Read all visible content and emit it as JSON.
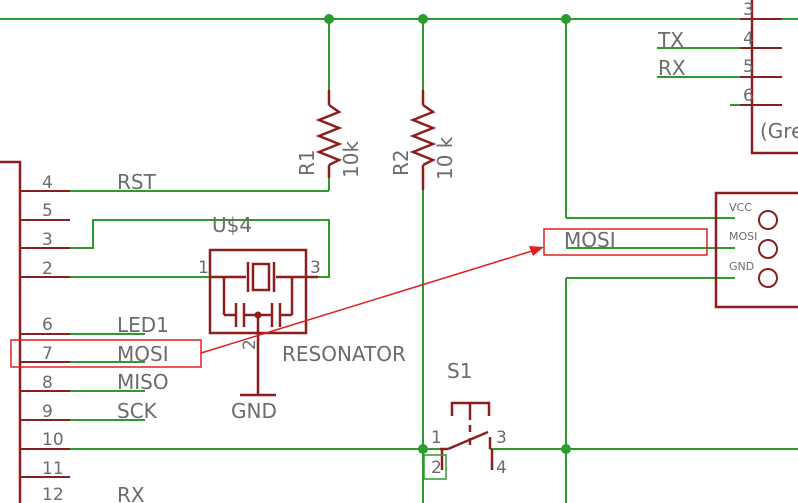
{
  "colors": {
    "wire": "#2e9a2e",
    "component": "#8b1e1e",
    "text": "#6b6b6b",
    "highlight": "#e02020",
    "junction": "#2e9a2e"
  },
  "left_header": {
    "pins": [
      "4",
      "5",
      "3",
      "2",
      "6",
      "7",
      "8",
      "9",
      "10",
      "11",
      "12"
    ],
    "nets": {
      "rst": "RST",
      "led1": "LED1",
      "mosi": "MOSI",
      "miso": "MISO",
      "sck": "SCK",
      "rx": "RX"
    }
  },
  "resistors": [
    {
      "ref": "R1",
      "value": "10k"
    },
    {
      "ref": "R2",
      "value": "10 k"
    }
  ],
  "resonator": {
    "ref": "U$4",
    "pin1": "1",
    "pin2": "2",
    "pin3": "3",
    "label": "RESONATOR",
    "gnd": "GND"
  },
  "switch": {
    "ref": "S1",
    "pin1": "1",
    "pin2": "2",
    "pin3": "3",
    "pin4": "4"
  },
  "right_header": {
    "pins": [
      "3",
      "4",
      "5",
      "6"
    ],
    "tx": "TX",
    "rx": "RX",
    "label": "(Gre"
  },
  "isp_connector": {
    "vcc": "VCC",
    "mosi": "MOSI",
    "gnd": "GND",
    "net_label": "MOSI"
  }
}
